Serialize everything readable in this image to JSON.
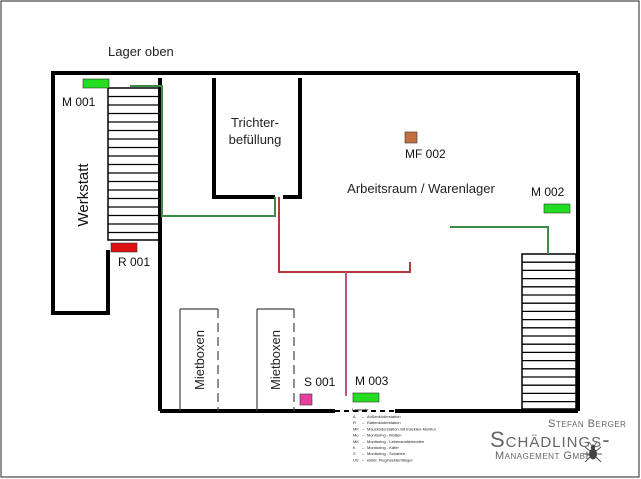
{
  "floor": {
    "title": "Lager oben"
  },
  "rooms": {
    "workshop": "Werkstatt",
    "funnel_line1": "Trichter-",
    "funnel_line2": "befüllung",
    "main_room": "Arbeitsraum / Warenlager",
    "rental_box_left": "Mietboxen",
    "rental_box_right": "Mietboxen"
  },
  "stations": [
    {
      "id": "M 001",
      "color": "#22dd22"
    },
    {
      "id": "R 001",
      "color": "#dd1111"
    },
    {
      "id": "MF 002",
      "color": "#c2703d"
    },
    {
      "id": "M 002",
      "color": "#22dd22"
    },
    {
      "id": "S 001",
      "color": "#e83e9f"
    },
    {
      "id": "M 003",
      "color": "#22dd22"
    }
  ],
  "legend": {
    "title": "Legende",
    "items": [
      {
        "code": "A",
        "text": "Außenköderstation"
      },
      {
        "code": "R",
        "text": "Rattenköderstation"
      },
      {
        "code": "MF",
        "text": "Mausköderstation mit Insekten-Monitor"
      },
      {
        "code": "Mo",
        "text": "Monitoring - Motten"
      },
      {
        "code": "MK",
        "text": "Monitoring - Lebensmittelmotten"
      },
      {
        "code": "K",
        "text": "Monitoring - Käfer"
      },
      {
        "code": "S",
        "text": "Monitoring - Schaben"
      },
      {
        "code": "UV",
        "text": "elektr. Fluginsektenfänger"
      }
    ]
  },
  "company": {
    "line_top": "Stefan Berger",
    "line_main": "Schädlings-",
    "line_bottom": "Management GmbH"
  },
  "colors": {
    "wall": "#000000",
    "green_line": "#3a8a4a",
    "red_line": "#b33a3a",
    "pink_line": "#c2508a",
    "logo_gray": "#666666"
  }
}
